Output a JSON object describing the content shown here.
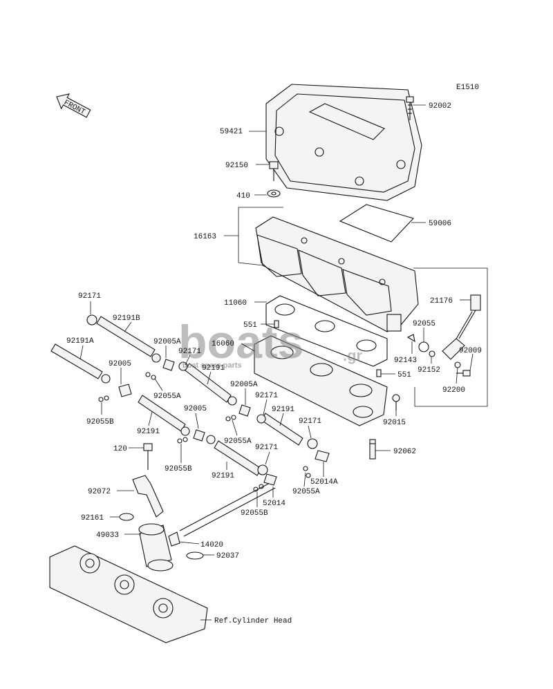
{
  "diagram_code": "E1510",
  "front_label": "FRONT",
  "reference_label": "Ref.Cylinder Head",
  "watermark": {
    "brand": "boats",
    "tld": ".gr",
    "tagline": "boat spare parts"
  },
  "part_labels": {
    "p92002": "92002",
    "p59421": "59421",
    "p92150": "92150",
    "p410": "410",
    "p59006": "59006",
    "p16163": "16163",
    "p11060": "11060",
    "p21176": "21176",
    "p551a": "551",
    "p92055": "92055",
    "p16060": "16060",
    "p92143": "92143",
    "p92009": "92009",
    "p92152": "92152",
    "p92200": "92200",
    "p551b": "551",
    "p92015": "92015",
    "p92062": "92062",
    "p92171a": "92171",
    "p92191b": "92191B",
    "p92191a": "92191A",
    "p92005a1": "92005A",
    "p92171b": "92171",
    "p92005": "92005",
    "p92191c": "92191",
    "p92055a1": "92055A",
    "p92055b1": "92055B",
    "p92005a2": "92005A",
    "p92171c": "92171",
    "p92191d": "92191",
    "p92005b": "92005",
    "p92055a2": "92055A",
    "p92171d": "92171",
    "p92191e": "92191",
    "p120": "120",
    "p92055b2": "92055B",
    "p92191f": "92191",
    "p92171e": "92171",
    "p52014a": "52014A",
    "p92055a3": "92055A",
    "p92072": "92072",
    "p52014": "52014",
    "p92055b3": "92055B",
    "p92161": "92161",
    "p49033": "49033",
    "p14020": "14020",
    "p92037": "92037"
  }
}
